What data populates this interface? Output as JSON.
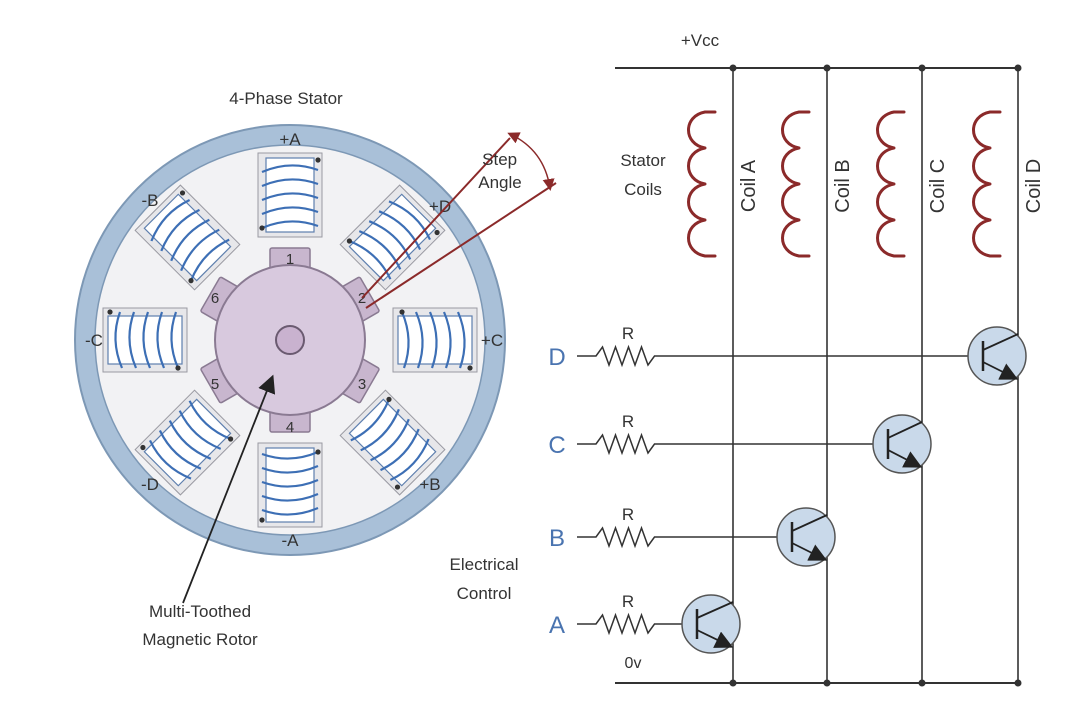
{
  "stator": {
    "title": "4-Phase Stator",
    "poles": [
      "+A",
      "+D",
      "+C",
      "+B",
      "-A",
      "-D",
      "-C",
      "-B"
    ],
    "teeth": [
      "1",
      "2",
      "3",
      "4",
      "5",
      "6"
    ],
    "step_angle": "Step\nAngle"
  },
  "rotor": {
    "label_line1": "Multi-Toothed",
    "label_line2": "Magnetic Rotor"
  },
  "circuit": {
    "vcc": "+Vcc",
    "gnd": "0v",
    "stator_coils_line1": "Stator",
    "stator_coils_line2": "Coils",
    "coils": [
      "Coil A",
      "Coil B",
      "Coil C",
      "Coil D"
    ],
    "inputs": [
      "D",
      "C",
      "B",
      "A"
    ],
    "resistor": "R",
    "control_line1": "Electrical",
    "control_line2": "Control"
  },
  "colors": {
    "ring": "#a9c0d8",
    "stator_inner": "#f2f2f4",
    "winding": "#3d6fb5",
    "rotor": "#d8c9de",
    "coil": "#8b2a2a",
    "transistor": "#c9d9ea",
    "wire": "#333333",
    "blue_text": "#4a74b0"
  }
}
